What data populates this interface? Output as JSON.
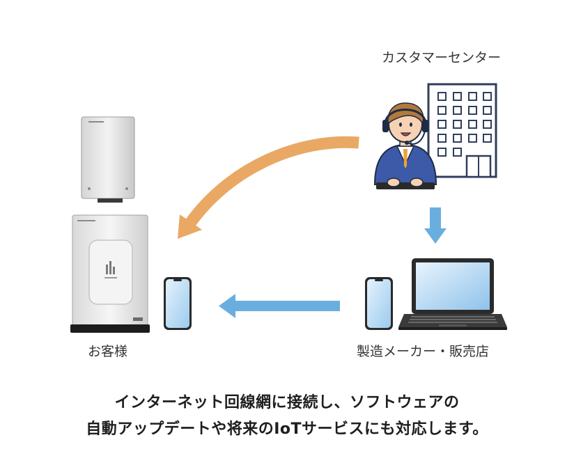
{
  "labels": {
    "call_center": "カスタマーセンター",
    "customer": "お客様",
    "manufacturer": "製造メーカー・販売店"
  },
  "caption": {
    "line1": "インターネット回線網に接続し、ソフトウェアの",
    "line2": "自動アップデートや将来のIoTサービスにも対応します。"
  },
  "colors": {
    "orange_arrow": "#e9a864",
    "blue_arrow": "#6aaee0",
    "building": "#2f3e5c",
    "window": "#4a5a7a",
    "suit": "#3d5aa8",
    "laptop_frame": "#2b2b2b",
    "screen": "#bcdcf3"
  },
  "icons": [
    "call-center-building-icon",
    "operator-icon",
    "storage-battery-icon",
    "power-conditioner-icon",
    "smartphone-icon",
    "laptop-icon"
  ]
}
